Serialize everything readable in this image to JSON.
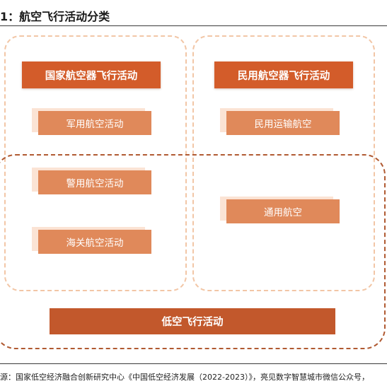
{
  "title": "1：航空飞行活动分类",
  "headers": {
    "state": "国家航空器飞行活动",
    "civil": "民用航空器飞行活动"
  },
  "items": {
    "military": "军用航空活动",
    "police": "警用航空活动",
    "customs": "海关航空活动",
    "transport": "民用运输航空",
    "general": "通用航空"
  },
  "low_altitude": "低空飞行活动",
  "source": "源：国家低空经济融合创新研究中心《中国低空经济发展（2022-2023）》，亮见数字智慧城市微信公众号，"
}
